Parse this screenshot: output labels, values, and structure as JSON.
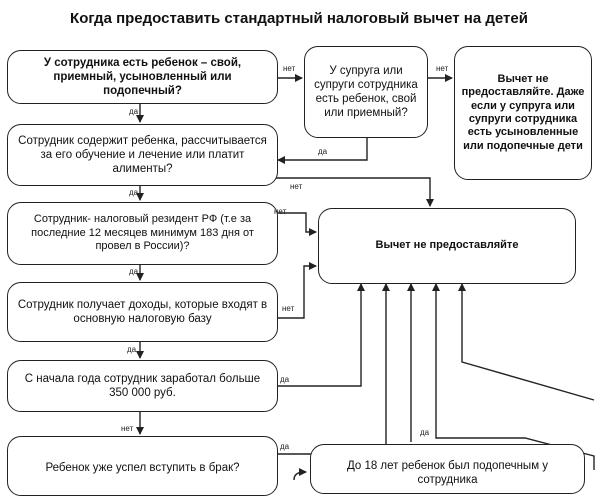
{
  "title": "Когда предоставить стандартный налоговый вычет на детей",
  "nodes": {
    "q_child": "У сотрудника есть ребенок – свой, приемный, усыновленный или подопечный?",
    "q_spouse": "У супруга или супруги сотрудника есть ребенок, свой или приемный?",
    "no_unless": "Вычет не предоставляйте. Даже если у супруга или супруги сотрудника есть усыновленные или подопечные дети",
    "q_support": "Сотрудник содержит ребенка, рассчитывается за его обучение и лечение или платит алименты?",
    "q_resident": "Сотрудник- налоговый резидент РФ (т.е за последние 12 месяцев минимум 183 дня от провел в России)?",
    "no_deduction": "Вычет не предоставляйте",
    "q_income": "Сотрудник получает доходы, которые входят в основную налоговую базу",
    "q_limit": "С начала года сотрудник заработал больше 350 000 руб.",
    "q_married": "Ребенок уже успел вступить в брак?",
    "q_ward": "До 18 лет ребенок был подопечным у сотрудника"
  },
  "labels": {
    "yes": "да",
    "no": "нет"
  }
}
